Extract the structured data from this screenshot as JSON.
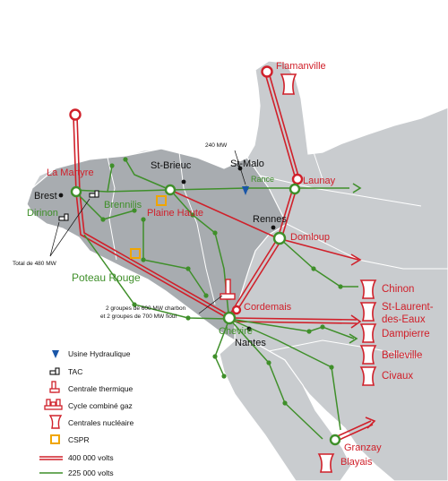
{
  "map": {
    "power": {
      "rance_capacity": "240 MW",
      "brest_tac_total": "Total de 480 MW",
      "cordemais_line1": "2 groupes de 600 MW charbon",
      "cordemais_line2": "et 2 groupes de 700 MW fioul"
    },
    "cities": {
      "flamanville": "Flamanville",
      "saint_brieuc": "St-Brieuc",
      "saint_malo": "St-Malo",
      "la_martyre": "La Martyre",
      "brest": "Brest",
      "rance": "Rance",
      "launay": "Launay",
      "brennilis": "Brennilis",
      "plaine_haute": "Plaine Haute",
      "dirinon": "Dirinon",
      "rennes": "Rennes",
      "domloup": "Domloup",
      "poteau_rouge": "Poteau Rouge",
      "cordemais": "Cordemais",
      "chevire": "Cheviré",
      "nantes": "Nantes",
      "granzay": "Granzay",
      "blayais": "Blayais"
    },
    "nuclear_plants": [
      "Chinon",
      "St-Laurent-",
      "des-Eaux",
      "Dampierre",
      "Belleville",
      "Civaux"
    ]
  },
  "legend": {
    "hydro": "Usine Hydraulique",
    "tac": "TAC",
    "thermal": "Centrale thermique",
    "combined_cycle": "Cycle combiné gaz",
    "nuclear": "Centrales nucléaire",
    "cspr": "CSPR",
    "kv400": "400 000 volts",
    "kv225": "225 000 volts"
  },
  "colors": {
    "land": "#c9cccf",
    "region": "#a8acb0",
    "border": "#ffffff",
    "line400": "#d0202a",
    "line225": "#3f8f2a",
    "cspr": "#f0a500",
    "hydro": "#1a56a8"
  }
}
